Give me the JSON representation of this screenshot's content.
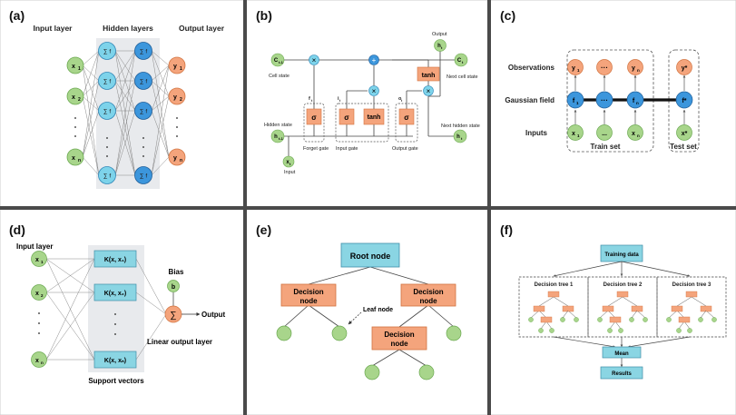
{
  "panel_labels": [
    "(a)",
    "(b)",
    "(c)",
    "(d)",
    "(e)",
    "(f)"
  ],
  "a": {
    "input_layer": "Input layer",
    "hidden_layers": "Hidden layers",
    "output_layer": "Output layer",
    "x1": "x",
    "x1_sub": "1",
    "x2": "x",
    "x2_sub": "2",
    "xn": "x",
    "xn_sub": "n",
    "y1": "y",
    "y1_sub": "1",
    "y2": "y",
    "y2_sub": "2",
    "yn": "y",
    "yn_sub": "n",
    "neuron_sym": "∑ f",
    "ellipsis": ". . ."
  },
  "b": {
    "cell_state_node": "C",
    "cell_state_node_sub": "t-1",
    "cell_state": "Cell state",
    "hidden_state": "Hidden state",
    "h_prev": "h",
    "h_prev_sub": "t-1",
    "x_t": "x",
    "x_t_sub": "t",
    "input": "Input",
    "forget_gate": "Forget gate",
    "input_gate": "Input gate",
    "output_gate": "Output gate",
    "f_t": "f",
    "f_t_sub": "t",
    "i_t": "i",
    "i_t_sub": "t",
    "o_t": "o",
    "o_t_sub": "t",
    "sigma": "σ",
    "tanh": "tanh",
    "output": "Output",
    "h_out": "h",
    "h_out_sub": "t",
    "c_t": "C",
    "c_t_sub": "t",
    "next_cell_state": "Next cell state",
    "next_hidden_state": "Next hidden state",
    "h_next": "h",
    "h_next_sub": "t",
    "times": "×",
    "plus": "+"
  },
  "c": {
    "observations": "Observations",
    "gaussian_field": "Gaussian field",
    "inputs": "Inputs",
    "y1": "y",
    "y1_sub": "1",
    "yn": "y",
    "yn_sub": "n",
    "y_star": "y*",
    "f1": "f",
    "f1_sub": "1",
    "fn": "f",
    "fn_sub": "n",
    "f_star": "f*",
    "x1": "x",
    "x1_sub": "1",
    "xn": "x",
    "xn_sub": "n",
    "x_star": "x*",
    "dots_top": "···",
    "dots_mid": "···",
    "dots_bot": "...",
    "train_set": "Train set",
    "test_set": "Test set"
  },
  "d": {
    "input_layer": "Input layer",
    "x1": "x",
    "x1_sub": "1",
    "x2": "x",
    "x2_sub": "2",
    "xn": "x",
    "xn_sub": "n",
    "k1": "K(x, x₁)",
    "k2": "K(x, x₂)",
    "kn": "K(x, xₙ)",
    "bias": "Bias",
    "b": "b",
    "sum": "∑",
    "output": "Output",
    "linear_output_layer": "Linear output layer",
    "support_vectors": "Support vectors",
    "ellipsis": ". . ."
  },
  "e": {
    "root_node": "Root node",
    "decision_node_line1": "Decision",
    "decision_node_line2": "node",
    "leaf_node": "Leaf node"
  },
  "f": {
    "training_data": "Training data",
    "tree1": "Decision tree 1",
    "tree2": "Decision tree 2",
    "tree3": "Decision tree 3",
    "mean": "Mean",
    "results": "Results"
  },
  "colors": {
    "green": "#a8d58b",
    "orange": "#f4a47c",
    "blue_light": "#7dd3ea",
    "blue_dark": "#3c96dc",
    "cyan_box": "#8ad5e3",
    "panel_bg": "#e8eaed",
    "divider": "#4a4a4a"
  }
}
